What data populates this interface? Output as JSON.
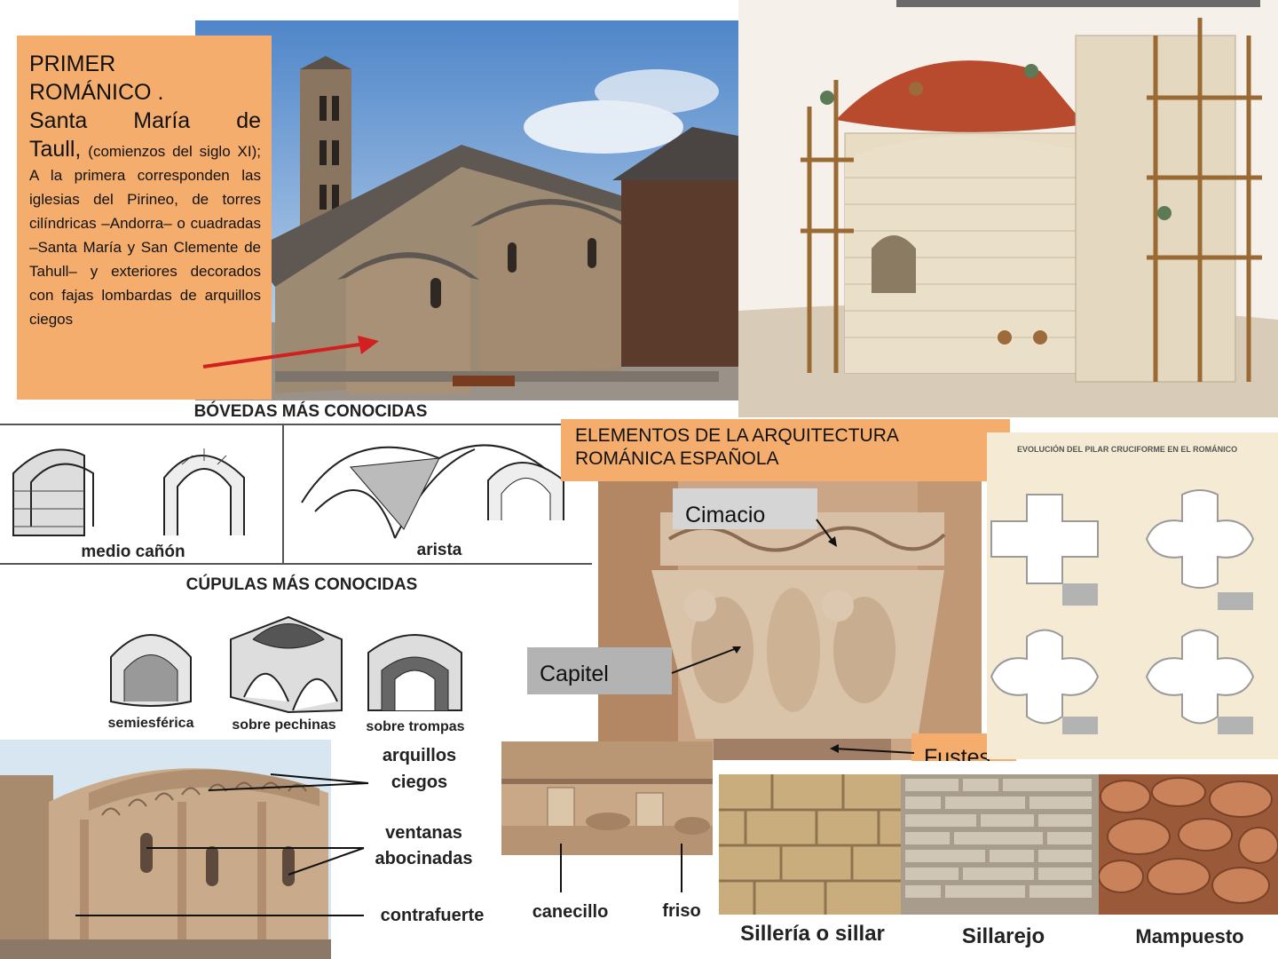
{
  "intro": {
    "heading_line1": "PRIMER",
    "heading_line2": "ROMÁNICO .",
    "church_name": "Santa María de",
    "church_place": "Taull,",
    "date_note": "(comienzos del siglo XI);",
    "description": "A la primera corresponden las iglesias del Pirineo, de torres cilíndricas –Andorra– o cuadradas –Santa María y San Clemente de Tahull– y exteriores decorados con fajas lombardas de arquillos ciegos"
  },
  "vaults": {
    "title": "BÓVEDAS MÁS CONOCIDAS",
    "labels": [
      "medio cañón",
      "arista"
    ]
  },
  "domes": {
    "title": "CÚPULAS MÁS CONOCIDAS",
    "labels": [
      "semiesférica",
      "sobre pechinas",
      "sobre trompas"
    ]
  },
  "elements_box": {
    "line1": "ELEMENTOS DE LA ARQUITECTURA",
    "line2": "ROMÁNICA ESPAÑOLA"
  },
  "capital_labels": {
    "cimacio": "Cimacio",
    "capitel": "Capitel",
    "fustes": "Fustes"
  },
  "pillar_title": "EVOLUCIÓN DEL PILAR CRUCIFORME EN EL ROMÁNICO",
  "apse_labels": {
    "arquillos_1": "arquillos",
    "arquillos_2": "ciegos",
    "ventanas_1": "ventanas",
    "ventanas_2": "abocinadas",
    "contrafuerte": "contrafuerte"
  },
  "cornice_labels": {
    "canecillo": "canecillo",
    "friso": "friso"
  },
  "masonry_labels": [
    "Sillería o sillar",
    "Sillarejo",
    "Mampuesto"
  ],
  "colors": {
    "orange_box": "#f4ad6d",
    "gray_tag": "#b3b3b3",
    "arrow_red": "#d21f1f"
  }
}
